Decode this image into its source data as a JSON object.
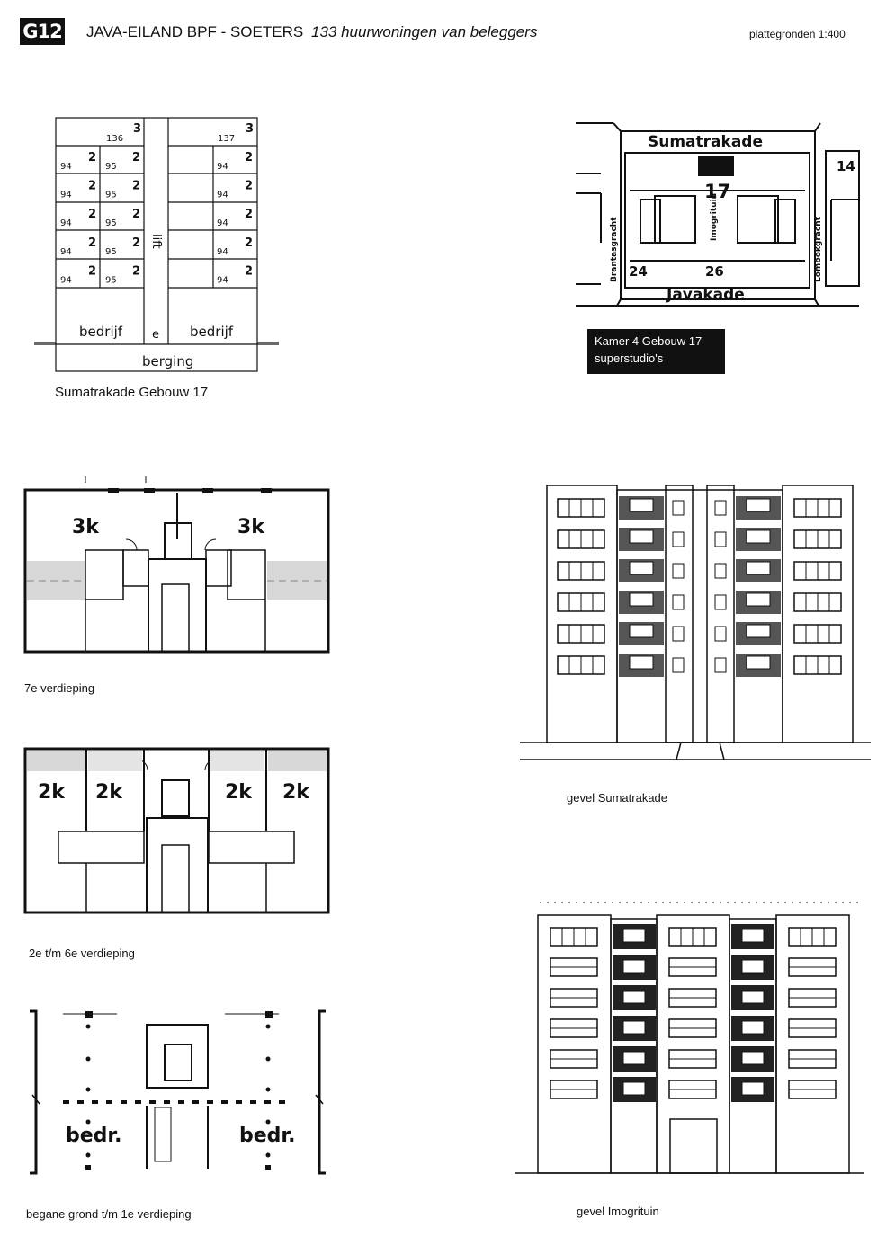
{
  "header": {
    "badge": "G12",
    "title": "JAVA-EILAND BPF - SOETERS",
    "subtitle": "133 huurwoningen van beleggers",
    "scale": "plattegronden 1:400"
  },
  "section_plan": {
    "caption": "Sumatrakade Gebouw 17",
    "units_left": {
      "top_size": "3",
      "top_type": "136",
      "size": "2",
      "types": [
        "94",
        "95"
      ]
    },
    "units_right": {
      "top_size": "3",
      "top_type": "137",
      "size": "2",
      "type": "94"
    },
    "lift_label": "lift",
    "bedrijf_left": "bedrijf",
    "entrance": "e",
    "bedrijf_right": "bedrijf",
    "berging": "berging"
  },
  "site_map": {
    "street_top": "Sumatrakade",
    "street_bottom": "Javakade",
    "street_left": "Brantasgracht",
    "street_right": "Lombokgracht",
    "street_center": "Imogrituin",
    "building_numbers": [
      "17",
      "14",
      "24",
      "26"
    ],
    "kamer_line1": "Kamer 4 Gebouw 17",
    "kamer_line2": "superstudio's"
  },
  "plan_7": {
    "caption": "7e verdieping",
    "labels": [
      "3k",
      "3k"
    ]
  },
  "plan_2_6": {
    "caption": "2e t/m 6e verdieping",
    "labels": [
      "2k",
      "2k",
      "2k",
      "2k"
    ]
  },
  "plan_ground": {
    "caption": "begane grond t/m 1e verdieping",
    "labels": [
      "bedr.",
      "bedr."
    ]
  },
  "facade_1": {
    "caption": "gevel Sumatrakade"
  },
  "facade_2": {
    "caption": "gevel Imogrituin"
  }
}
